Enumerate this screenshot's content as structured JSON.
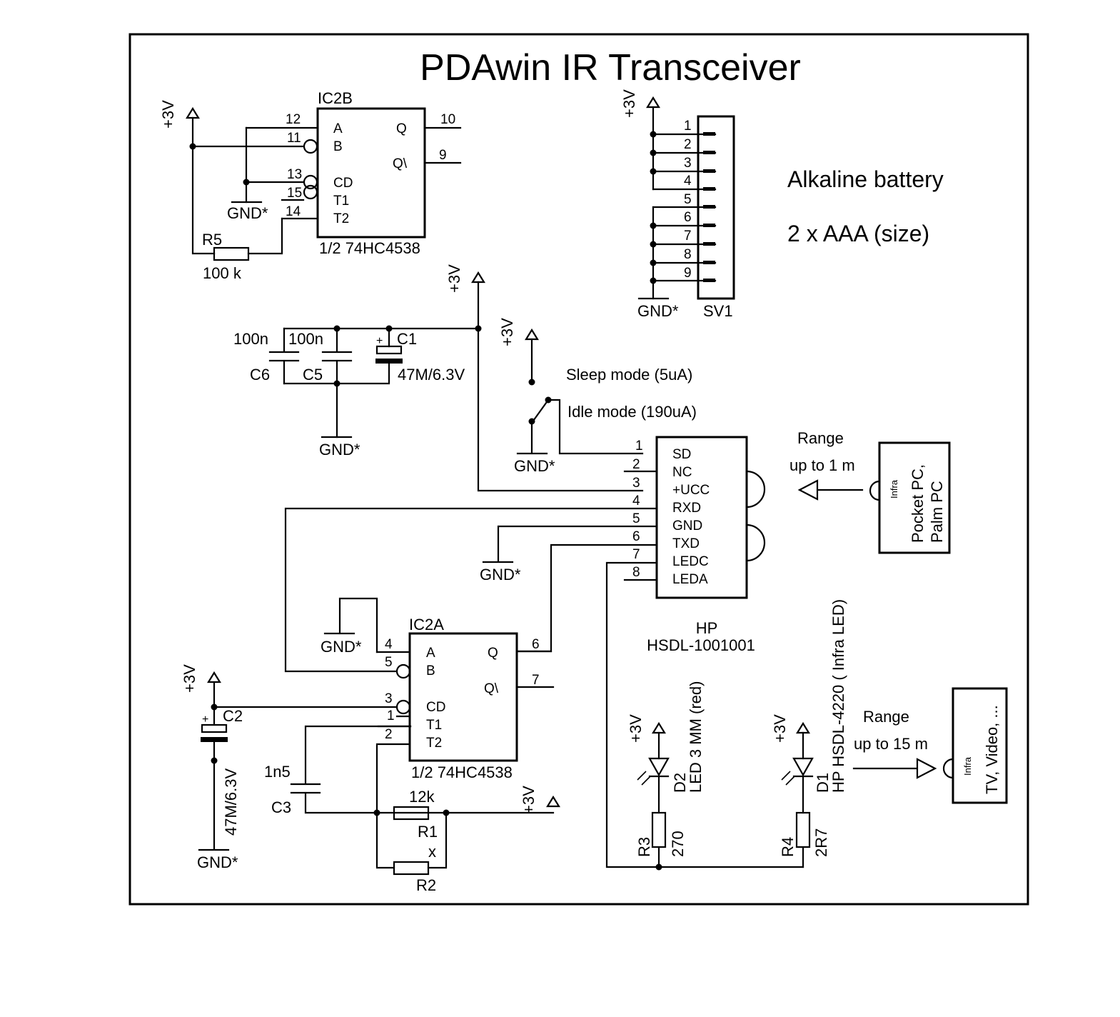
{
  "title": "PDAwin IR Transceiver",
  "battery": {
    "line1": "Alkaline battery",
    "line2": "2 x AAA (size)"
  },
  "supply": "+3V",
  "ground": "GND*",
  "ic2b": {
    "ref": "IC2B",
    "part": "1/2  74HC4538",
    "inputs": [
      {
        "name": "A",
        "num": "12"
      },
      {
        "name": "B",
        "num": "11"
      },
      {
        "name": "CD",
        "num": "13"
      },
      {
        "name": "T1",
        "num": "15"
      },
      {
        "name": "T2",
        "num": "14"
      }
    ],
    "outputs": [
      {
        "name": "Q",
        "num": "10"
      },
      {
        "name": "Q\\",
        "num": "9"
      }
    ]
  },
  "ic2a": {
    "ref": "IC2A",
    "part": "1/2  74HC4538",
    "inputs": [
      {
        "name": "A",
        "num": "4"
      },
      {
        "name": "B",
        "num": "5"
      },
      {
        "name": "CD",
        "num": "3"
      },
      {
        "name": "T1",
        "num": "1"
      },
      {
        "name": "T2",
        "num": "2"
      }
    ],
    "outputs": [
      {
        "name": "Q",
        "num": "6"
      },
      {
        "name": "Q\\",
        "num": "7"
      }
    ]
  },
  "r5": {
    "ref": "R5",
    "value": "100 k"
  },
  "c6": {
    "ref": "C6",
    "value": "100n"
  },
  "c5": {
    "ref": "C5",
    "value": "100n"
  },
  "c1": {
    "ref": "C1",
    "value": "47M/6.3V"
  },
  "c2": {
    "ref": "C2",
    "value": "47M/6.3V"
  },
  "c3": {
    "ref": "C3",
    "value": "1n5"
  },
  "r1": {
    "ref": "R1",
    "value": "12k"
  },
  "r2": {
    "ref": "R2",
    "value": "x"
  },
  "r3": {
    "ref": "R3",
    "value": "270"
  },
  "r4": {
    "ref": "R4",
    "value": "2R7"
  },
  "sv1": {
    "ref": "SV1",
    "pins": [
      "1",
      "2",
      "3",
      "4",
      "5",
      "6",
      "7",
      "8",
      "9"
    ]
  },
  "switch": {
    "sleep": "Sleep mode (5uA)",
    "idle": "Idle mode (190uA)"
  },
  "transceiver": {
    "pins": [
      {
        "num": "1",
        "name": "SD"
      },
      {
        "num": "2",
        "name": "NC"
      },
      {
        "num": "3",
        "name": "+UCC"
      },
      {
        "num": "4",
        "name": "RXD"
      },
      {
        "num": "5",
        "name": "GND"
      },
      {
        "num": "6",
        "name": "TXD"
      },
      {
        "num": "7",
        "name": "LEDC"
      },
      {
        "num": "8",
        "name": "LEDA"
      }
    ],
    "maker": "HP",
    "part": "HSDL-1001001"
  },
  "range1": {
    "line1": "Range",
    "line2": "up to 1 m"
  },
  "range2": {
    "line1": "Range",
    "line2": "up to 15 m"
  },
  "pda": {
    "infra": "Infra",
    "line1": "Pocket PC,",
    "line2": "Palm PC"
  },
  "tv": {
    "infra": "Infra",
    "line1": "TV, Video, ..."
  },
  "d2": {
    "ref": "D2",
    "desc": "LED  3 MM  (red)"
  },
  "d1": {
    "ref": "D1",
    "desc": "HP  HSDL-4220 ( Infra LED)"
  }
}
